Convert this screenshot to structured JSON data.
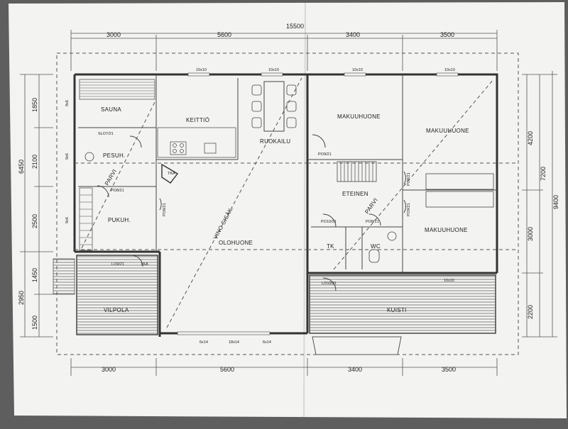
{
  "dimensions": {
    "top_total": "15500",
    "top": [
      "3000",
      "5600",
      "3400",
      "3500"
    ],
    "bottom": [
      "3000",
      "5600",
      "3400",
      "3500"
    ],
    "left_total": "6450",
    "left": [
      "1850",
      "2100",
      "2500"
    ],
    "left_lower": [
      "1450",
      "1500"
    ],
    "left_lower_total": "2950",
    "right_inner": [
      "4200",
      "3000",
      "2200"
    ],
    "right_mid": "7200",
    "right_total": "9400"
  },
  "window_labels": {
    "top": [
      "10x10",
      "10x10",
      "10x10",
      "10x10"
    ],
    "bottom": [
      "6x14",
      "18x14",
      "6x14"
    ],
    "right_lower": "10x10",
    "left_side": [
      "9x6",
      "9x6",
      "9x6"
    ]
  },
  "rooms": {
    "sauna": "SAUNA",
    "keittio": "KEITTIÖ",
    "ruokailu": "RUOKAILU",
    "makuuhuone1": "MAKUUHUONE",
    "makuuhuone2": "MAKUUHUONE",
    "makuuhuone3": "MAKUUHUONE",
    "pesuh": "PESUH.",
    "pukuh": "PUKUH.",
    "olohuone": "OLOHUONE",
    "eteinen": "ETEINEN",
    "tk": "TK",
    "wc": "WC",
    "vilpola": "VILPOLA",
    "kuisti": "KUISTI",
    "parvi_left": "PARVI",
    "parvi_right": "PARVI",
    "vino_sisak": "VINO SISÄK.",
    "tka_kitchen": "TKA",
    "tka_porch": "TKA"
  },
  "doors": {
    "slo": "SLO7/21",
    "po8_1": "PO8/21",
    "po8_2": "PO8/21",
    "po9": "PO9/21",
    "po9_2": "PO9/21",
    "po9_3": "PO9/21",
    "po10": "PO10/21",
    "po8_wc": "PO8/21",
    "lo9": "LO9/21",
    "lo10": "LO10/21"
  },
  "colors": {
    "paper": "#f4f4f2",
    "ink": "#333333",
    "background": "#5e5e5e"
  }
}
